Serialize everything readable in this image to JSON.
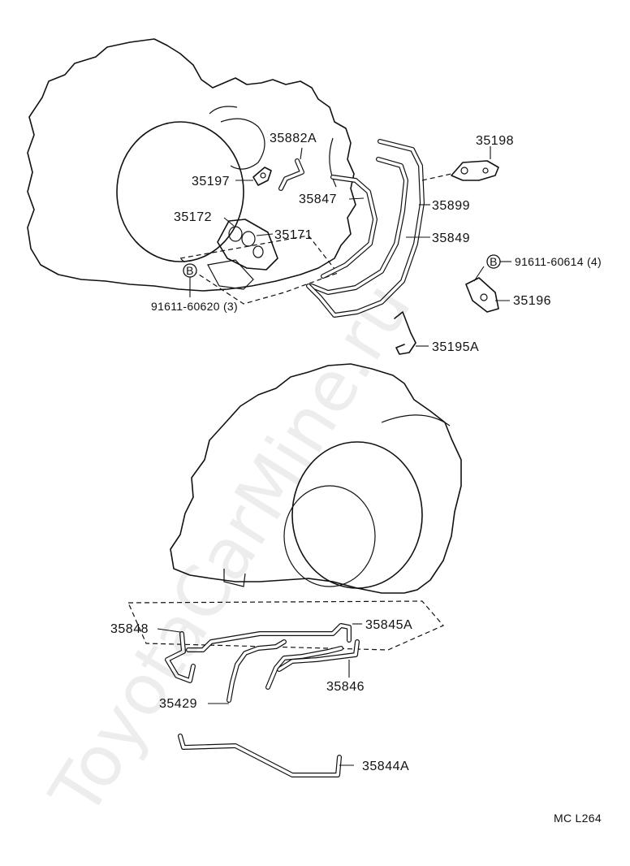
{
  "labels": {
    "p35882A": "35882A",
    "p35197": "35197",
    "p35198": "35198",
    "p35847": "35847",
    "p35899": "35899",
    "p35172": "35172",
    "p35171": "35171",
    "p35849": "35849",
    "p91611_60614": "91611-60614 (4)",
    "p91611_60620": "91611-60620 (3)",
    "p35196": "35196",
    "p35195A": "35195A",
    "p35848": "35848",
    "p35845A": "35845A",
    "p35846": "35846",
    "p35429": "35429",
    "p35844A": "35844A",
    "bolt_marker": "B",
    "drawing_code": "MC L264"
  },
  "watermark": "ToyotaCarMine.ru"
}
